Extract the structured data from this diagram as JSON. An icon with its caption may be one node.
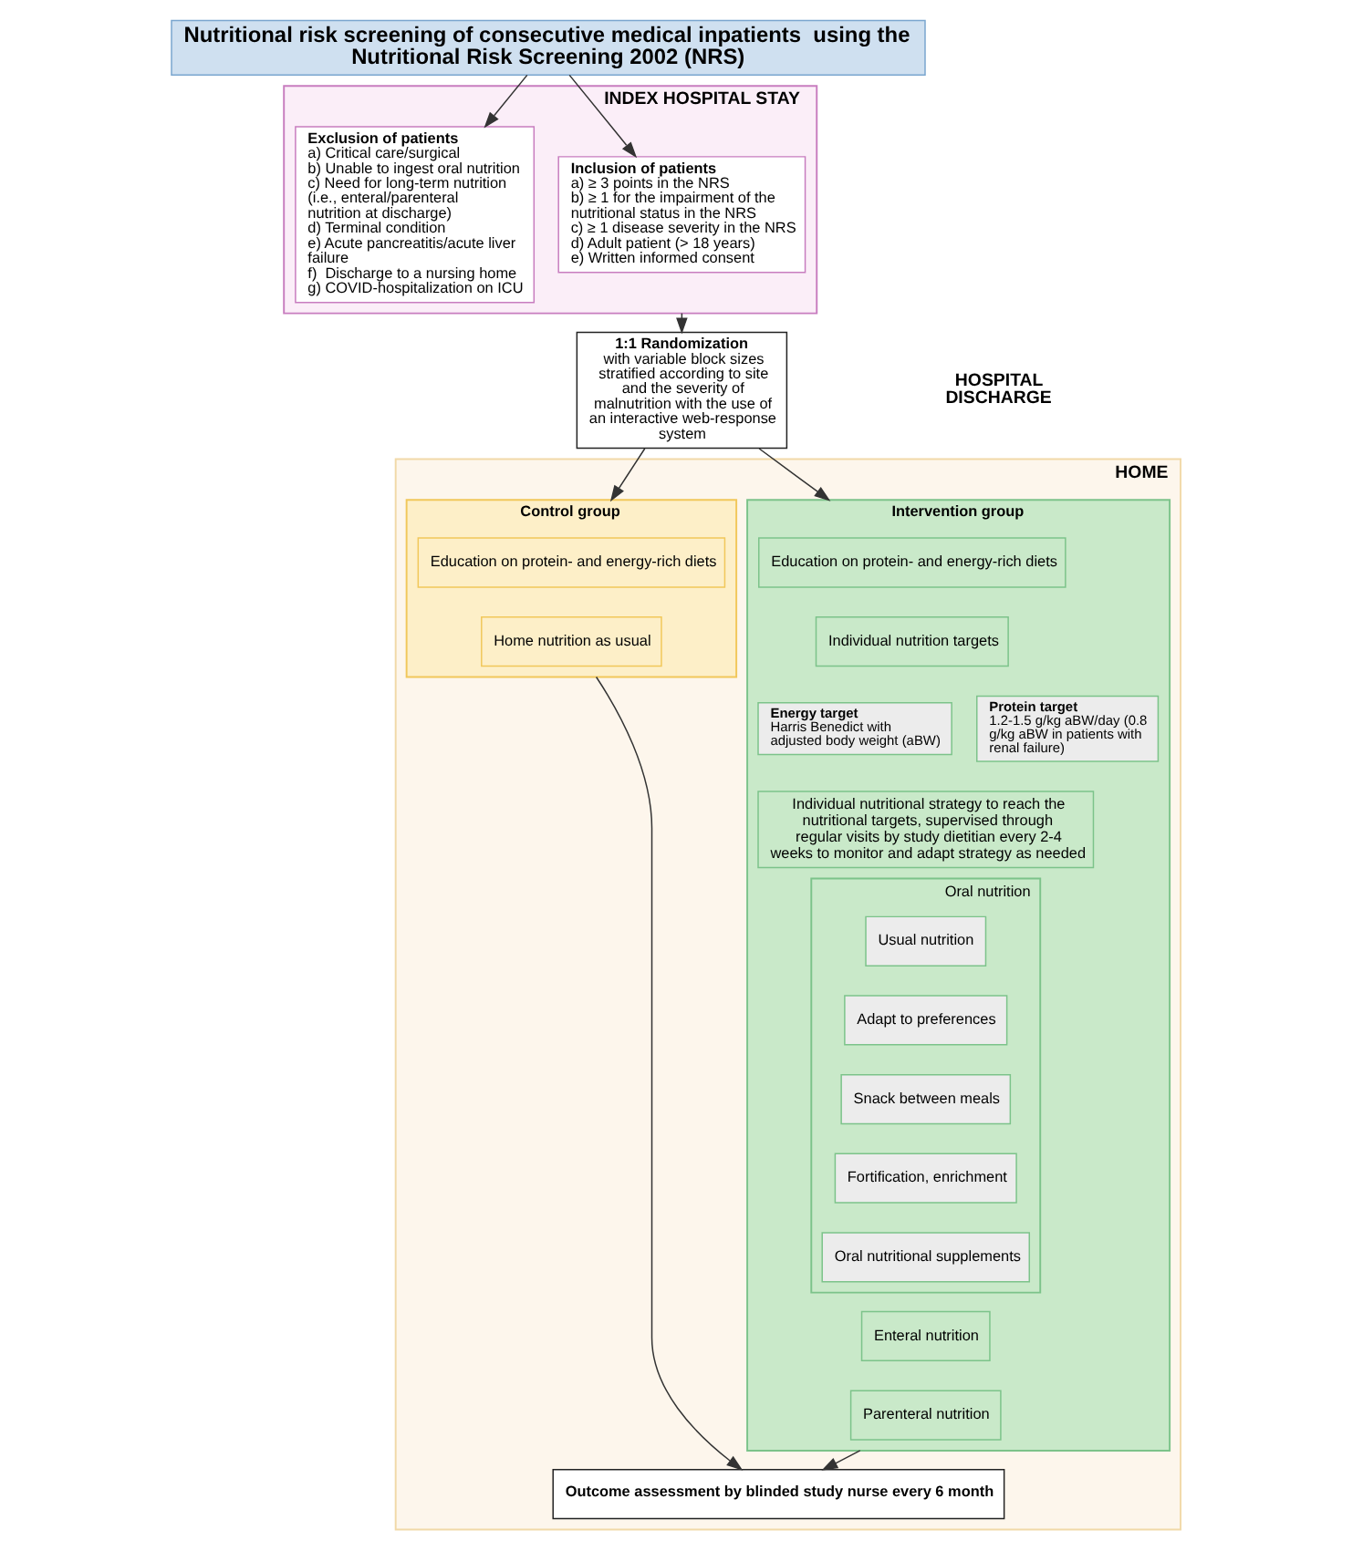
{
  "diagram": {
    "nodes": [
      {
        "text": [
          "Nutritional risk screening of consecutive medical inpatients  using the Nutritional Risk Screening 2002 (NRS)"
        ]
      },
      {
        "text": [
          "INDEX HOSPITAL STAY"
        ]
      },
      {
        "text": [
          "Exclusion of patients",
          "a) Critical care/surgical",
          "b) Unable to ingest oral nutrition",
          "c) Need for long-term nutrition (i.e., enteral/parenteral nutrition at discharge)",
          "d) Terminal condition",
          "e) Acute pancreatitis/acute liver failure",
          "f)  Discharge to a nursing home",
          "g) COVID-hospitalization on ICU"
        ],
        "in": 1
      },
      {
        "text": [
          "Inclusion of patients",
          "a) ≥ 3 points in the NRS",
          "b) ≥ 1 for the impairment of the nutritional status in the NRS",
          "c) ≥ 1 disease severity in the NRS",
          "d) Adult patient (> 18 years)",
          "e) Written informed consent"
        ],
        "in": 1
      },
      {
        "text": [
          "1:1 Randomization",
          "with variable block sizes stratified according to site and the severity of malnutrition with the use of an interactive web-response system"
        ]
      },
      {
        "text": [
          "HOME"
        ]
      },
      {
        "text": [
          "Intervention group"
        ],
        "in": 5
      },
      {
        "text": [
          "Education on protein- and energy-rich diets"
        ],
        "in": 6
      },
      {
        "text": [
          "Individual nutrition targets"
        ],
        "in": 6
      },
      {
        "text": [
          "Energy target",
          "Harris Benedict with adjusted body weight (aBW)"
        ],
        "in": 6
      },
      {
        "text": [
          "Protein target",
          "1.2-1.5 g/kg aBW/day (0.8 g/kg aBW in patients with renal failure)"
        ],
        "in": 6
      },
      {
        "text": [
          "Individual nutritional strategy to reach the nutritional targets, supervised through regular visits by study dietitian every 2-4 weeks to monitor and adapt strategy as needed"
        ],
        "in": 6
      },
      {
        "text": [
          "Oral nutrition"
        ],
        "in": 6
      },
      {
        "text": [
          "Usual nutrition"
        ],
        "in": 12
      },
      {
        "text": [
          "Adapt to preferences"
        ],
        "in": 12
      },
      {
        "text": [
          "Snack between meals"
        ],
        "in": 12
      },
      {
        "text": [
          "Fortification, enrichment"
        ],
        "in": 12
      },
      {
        "text": [
          "Oral nutritional supplements"
        ],
        "in": 12
      },
      {
        "text": [
          "Enteral nutrition"
        ],
        "in": 6
      },
      {
        "text": [
          "Parenteral nutrition"
        ],
        "in": 6
      },
      {
        "text": [
          "Control group"
        ],
        "in": 5
      },
      {
        "text": [
          "Education on protein- and energy-rich diets"
        ],
        "in": 20
      },
      {
        "text": [
          "Home nutrition as usual"
        ],
        "in": 20
      },
      {
        "text": [
          "Outcome assessment by blinded study nurse every 6 month"
        ],
        "in": 5
      }
    ],
    "edges": [
      {
        "from": 0,
        "to": 2,
        "arrow": "to"
      },
      {
        "from": 0,
        "to": 3,
        "arrow": "to"
      },
      {
        "from": 1,
        "to": 4,
        "arrow": "to"
      },
      {
        "from": 4,
        "to": 6,
        "arrow": "to"
      },
      {
        "from": 4,
        "to": 20,
        "arrow": "to"
      },
      {
        "from": 6,
        "to": 23,
        "arrow": "to"
      },
      {
        "from": 20,
        "to": 23,
        "arrow": "to"
      }
    ],
    "labels": [
      "HOSPITAL DISCHARGE"
    ]
  }
}
